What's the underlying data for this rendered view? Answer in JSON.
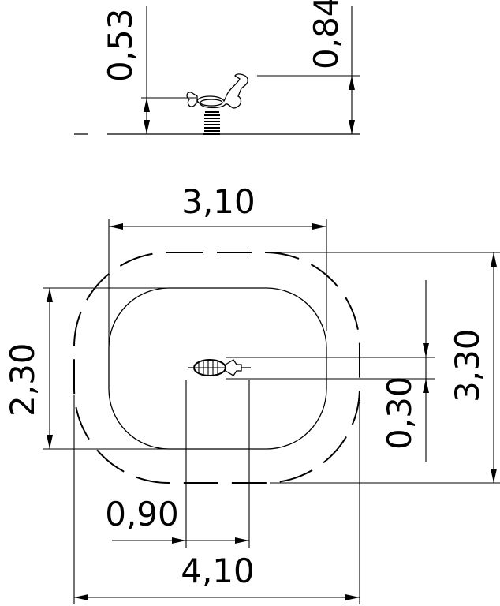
{
  "dimensions": {
    "side_height_seat": "0,53",
    "side_height_total": "0,84",
    "inner_width": "3,10",
    "inner_depth": "2,30",
    "outer_depth": "3,30",
    "equipment_width": "0,30",
    "equipment_length": "0,90",
    "outer_width": "4,10"
  },
  "colors": {
    "line": "#000000",
    "background": "#ffffff"
  },
  "icons": {
    "side_view": "spring-rider-side-icon",
    "top_view": "spring-rider-top-icon"
  }
}
